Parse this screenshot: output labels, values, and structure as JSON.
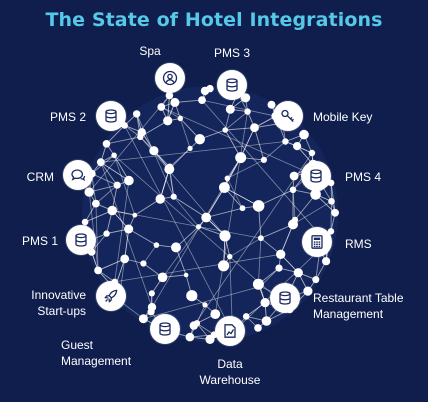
{
  "title": "The State of Hotel Integrations",
  "colors": {
    "background": "#0f1e4d",
    "title": "#56c8e8",
    "node_fill": "#ffffff",
    "icon": "#1b2a5e",
    "lines": "#ffffff"
  },
  "integrations": [
    {
      "key": "spa",
      "label_lines": [
        "Spa"
      ],
      "icon": "user-circle-icon"
    },
    {
      "key": "pms3",
      "label_lines": [
        "PMS 3"
      ],
      "icon": "database-icon"
    },
    {
      "key": "mobile_key",
      "label_lines": [
        "Mobile Key"
      ],
      "icon": "key-icon"
    },
    {
      "key": "pms4",
      "label_lines": [
        "PMS 4"
      ],
      "icon": "database-icon"
    },
    {
      "key": "rms",
      "label_lines": [
        "RMS"
      ],
      "icon": "calculator-icon"
    },
    {
      "key": "restaurant",
      "label_lines": [
        "Restaurant Table",
        "Management"
      ],
      "icon": "database-icon"
    },
    {
      "key": "data_warehouse",
      "label_lines": [
        "Data",
        "Warehouse"
      ],
      "icon": "chart-file-icon"
    },
    {
      "key": "guest",
      "label_lines": [
        "Guest",
        "Management"
      ],
      "icon": "database-icon"
    },
    {
      "key": "innovative",
      "label_lines": [
        "Innovative",
        "Start-ups"
      ],
      "icon": "rocket-icon"
    },
    {
      "key": "pms1",
      "label_lines": [
        "PMS 1"
      ],
      "icon": "database-icon"
    },
    {
      "key": "crm",
      "label_lines": [
        "CRM"
      ],
      "icon": "chat-bubbles-icon"
    },
    {
      "key": "pms2",
      "label_lines": [
        "PMS 2"
      ],
      "icon": "database-icon"
    }
  ]
}
